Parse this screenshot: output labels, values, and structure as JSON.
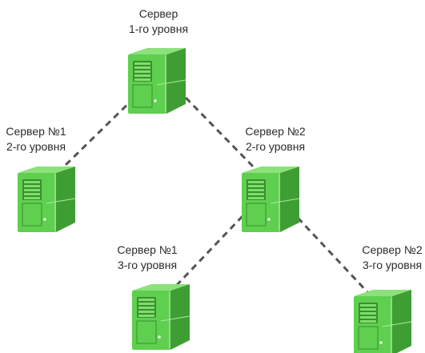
{
  "diagram": {
    "connector_color": "#555555",
    "server_colors": {
      "front": "#5fcf4f",
      "side": "#3f9e33",
      "top": "#8be27a",
      "panel": "#3a8f2e",
      "bay": "#7ede6c"
    },
    "nodes": [
      {
        "id": "root",
        "line1": "Сервер",
        "line2": "1-го уровня",
        "icon": "server-tower-icon"
      },
      {
        "id": "l2a",
        "line1": "Сервер №1",
        "line2": "2-го уровня",
        "icon": "server-tower-icon"
      },
      {
        "id": "l2b",
        "line1": "Сервер №2",
        "line2": "2-го уровня",
        "icon": "server-tower-icon"
      },
      {
        "id": "l3a",
        "line1": "Сервер №1",
        "line2": "3-го уровня",
        "icon": "server-tower-icon"
      },
      {
        "id": "l3b",
        "line1": "Сервер №2",
        "line2": "3-го уровня",
        "icon": "server-tower-icon"
      }
    ],
    "edges": [
      {
        "from": "root",
        "to": "l2a"
      },
      {
        "from": "root",
        "to": "l2b"
      },
      {
        "from": "l2b",
        "to": "l3a"
      },
      {
        "from": "l2b",
        "to": "l3b"
      }
    ]
  }
}
